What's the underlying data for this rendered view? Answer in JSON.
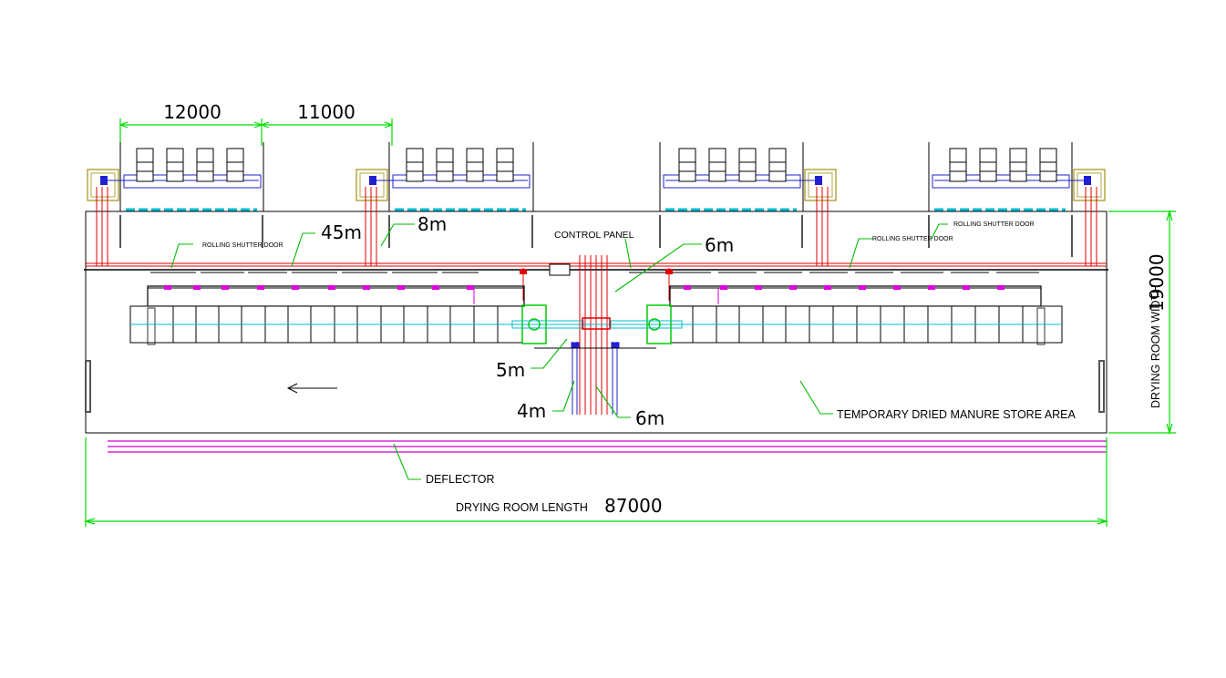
{
  "dimensions": {
    "bay_width": "12000",
    "bay_gap": "11000",
    "room_width_label": "DRYING ROOM WIDTH",
    "room_width_value": "19000",
    "room_length_label": "DRYING ROOM LENGTH",
    "room_length_value": "87000"
  },
  "callouts": {
    "pipe_45m": "45m",
    "pipe_8m": "8m",
    "pipe_6m_top": "6m",
    "pipe_5m": "5m",
    "pipe_4m": "4m",
    "pipe_6m_bottom": "6m"
  },
  "labels": {
    "control_panel": "CONTROL PANEL",
    "rolling_shutter_door": "ROLLING SHUTTER DOOR",
    "store_area": "TEMPORARY DRIED MANURE STORE AREA",
    "deflector": "DEFLECTOR"
  },
  "colors": {
    "dimension": "#00dd00",
    "line": "#000000",
    "pipe_hot": "#e00000",
    "pipe_cold": "#2020d0",
    "deflector": "#cc00cc",
    "cyan": "#00bcd4"
  }
}
